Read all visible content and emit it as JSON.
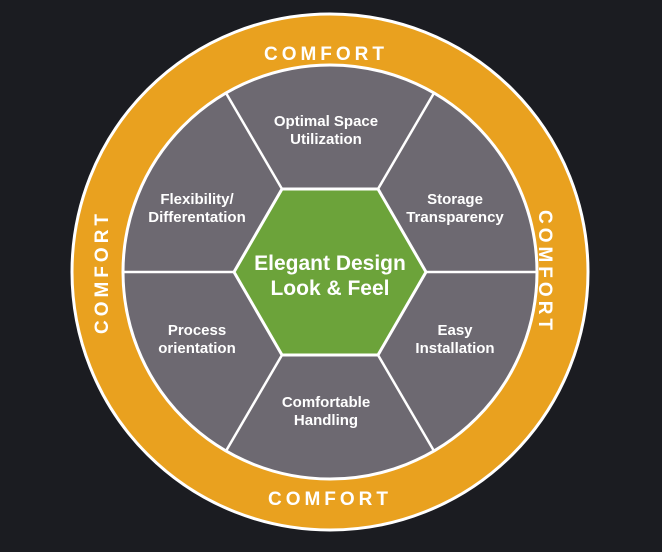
{
  "colors": {
    "background": "#1b1c21",
    "ring": "#e9a11f",
    "segment": "#6d6971",
    "center": "#6ca33a",
    "divider": "#ffffff"
  },
  "ring_labels": {
    "top": "COMFORT",
    "bottom": "COMFORT",
    "left": "COMFORT",
    "right": "COMFORT"
  },
  "center": {
    "line1": "Elegant Design",
    "line2": "Look & Feel"
  },
  "segments": {
    "top": {
      "line1": "Optimal Space",
      "line2": "Utilization"
    },
    "top_right": {
      "line1": "Storage",
      "line2": "Transparency"
    },
    "bottom_right": {
      "line1": "Easy",
      "line2": "Installation"
    },
    "bottom": {
      "line1": "Comfortable",
      "line2": "Handling"
    },
    "bottom_left": {
      "line1": "Process",
      "line2": "orientation"
    },
    "top_left": {
      "line1": "Flexibility/",
      "line2": "Differentation"
    }
  }
}
